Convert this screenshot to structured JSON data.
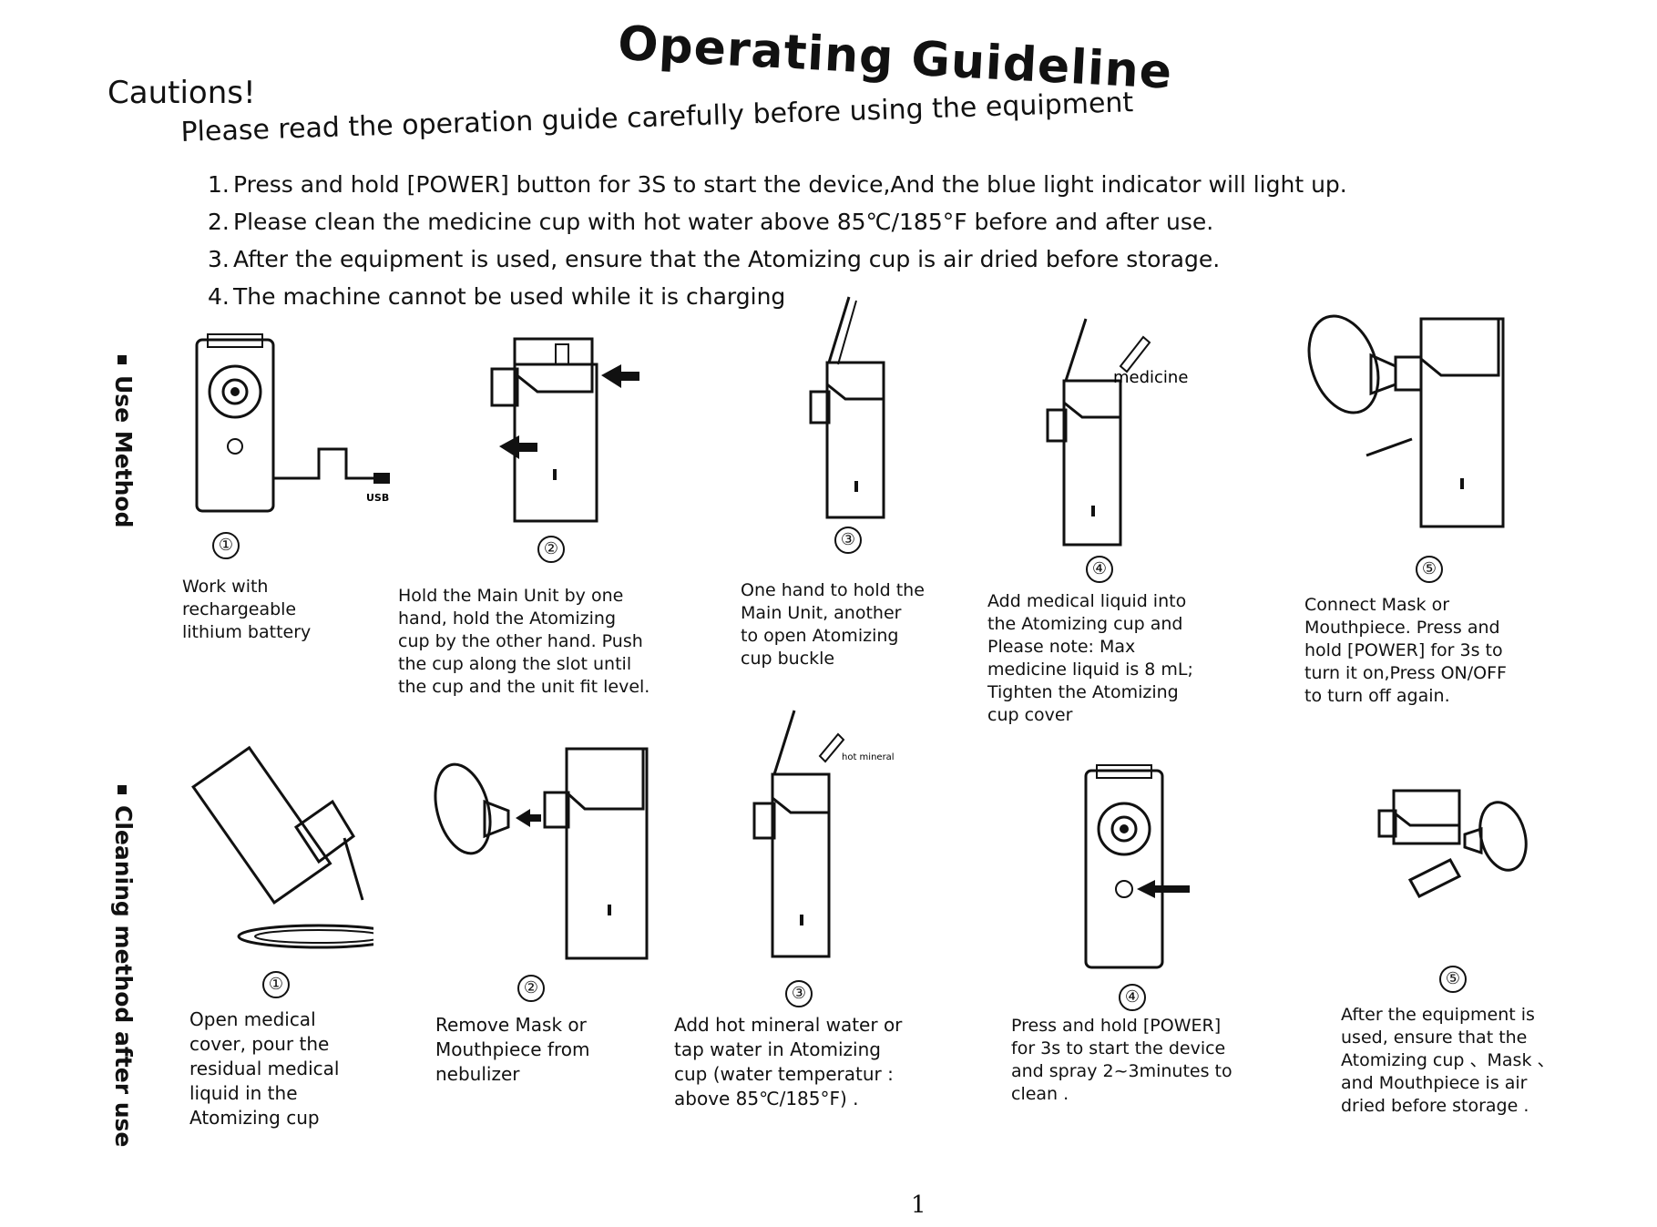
{
  "title": "Operating Guideline",
  "cautions_heading": "Cautions!",
  "intro": "Please read the operation guide carefully before using the equipment",
  "rules": [
    {
      "n": "1.",
      "text": "Press and hold [POWER] button for 3S to start the device,And the blue light indicator will light up."
    },
    {
      "n": "2.",
      "text": "Please clean the medicine cup with hot water above 85℃/185°F before and after use."
    },
    {
      "n": "3.",
      "text": "After the equipment is used, ensure that the Atomizing cup is air dried before storage."
    },
    {
      "n": "4.",
      "text": "The machine cannot be used while it is charging"
    }
  ],
  "sections": {
    "use": "Use Method",
    "clean": "Cleaning method after use"
  },
  "use_steps": [
    {
      "num": "①",
      "caption": "Work with\nrechargeable\nlithium battery",
      "label": "USB"
    },
    {
      "num": "②",
      "caption": "Hold the Main Unit by one\nhand, hold the Atomizing\ncup by the other hand. Push\nthe cup along the slot until\nthe cup and the unit fit level."
    },
    {
      "num": "③",
      "caption": "One hand to hold the\nMain Unit, another\nto open Atomizing\ncup buckle"
    },
    {
      "num": "④",
      "caption": "Add medical liquid into\nthe Atomizing cup and\nPlease note: Max\nmedicine liquid is 8 mL;\nTighten the Atomizing\ncup cover",
      "label": "medicine"
    },
    {
      "num": "⑤",
      "caption": "Connect Mask or\nMouthpiece. Press and\nhold [POWER] for 3s to\nturn it on,Press ON/OFF\nto turn off again."
    }
  ],
  "clean_steps": [
    {
      "num": "①",
      "caption": "Open medical\ncover, pour the\nresidual medical\nliquid in the\nAtomizing cup"
    },
    {
      "num": "②",
      "caption": "Remove Mask or\nMouthpiece from\nnebulizer"
    },
    {
      "num": "③",
      "caption": "Add hot mineral water or\ntap water in Atomizing\ncup (water temperatur :\nabove 85℃/185°F) .",
      "label": "hot mineral"
    },
    {
      "num": "④",
      "caption": "Press and hold [POWER]\nfor 3s to start the device\nand spray 2~3minutes to\nclean ."
    },
    {
      "num": "⑤",
      "caption": "After the equipment is\nused, ensure that the\nAtomizing cup 、Mask 、\nand Mouthpiece is air\ndried before storage ."
    }
  ],
  "page_number": "1"
}
